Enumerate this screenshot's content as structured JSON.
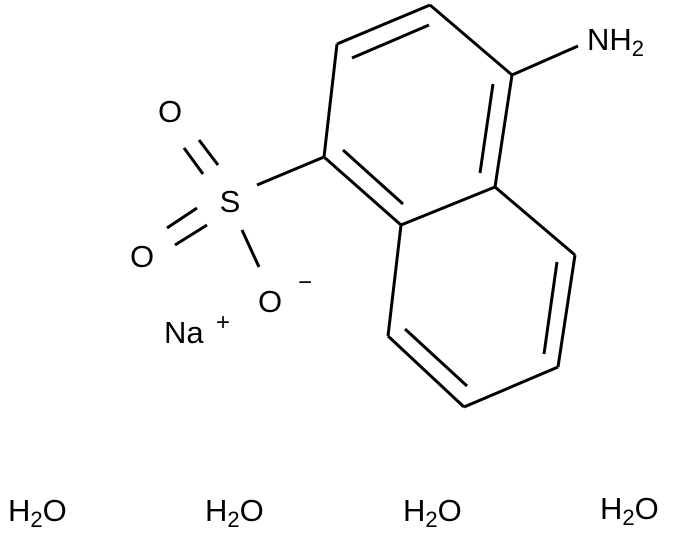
{
  "molecule": {
    "amine": {
      "main": "NH",
      "sub": "2"
    },
    "sulfur": "S",
    "oxygen_top": "O",
    "oxygen_left": "O",
    "oxygen_anion": "O",
    "anion_charge": "−",
    "cation": "Na",
    "cation_charge": "+"
  },
  "waters": [
    {
      "h": "H",
      "sub": "2",
      "o": "O"
    },
    {
      "h": "H",
      "sub": "2",
      "o": "O"
    },
    {
      "h": "H",
      "sub": "2",
      "o": "O"
    },
    {
      "h": "H",
      "sub": "2",
      "o": "O"
    }
  ]
}
